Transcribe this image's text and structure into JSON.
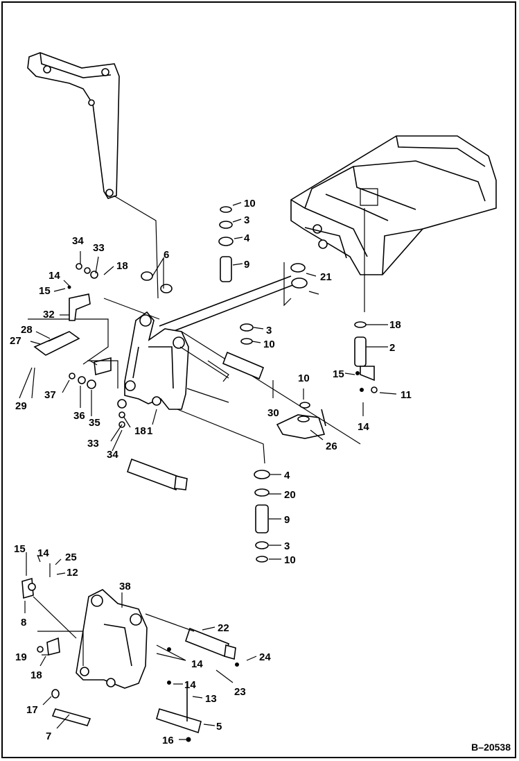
{
  "diagram": {
    "reference": "B–20538",
    "callouts": [
      "10",
      "3",
      "4",
      "9",
      "21",
      "6",
      "18",
      "33",
      "34",
      "14",
      "15",
      "32",
      "28",
      "27",
      "29",
      "37",
      "36",
      "35",
      "33",
      "34",
      "18",
      "1",
      "3",
      "10",
      "30",
      "10",
      "26",
      "18",
      "2",
      "15",
      "11",
      "14",
      "4",
      "20",
      "9",
      "3",
      "10",
      "15",
      "14",
      "25",
      "12",
      "8",
      "38",
      "22",
      "19",
      "18",
      "14",
      "24",
      "23",
      "14",
      "13",
      "17",
      "7",
      "5",
      "16"
    ]
  }
}
